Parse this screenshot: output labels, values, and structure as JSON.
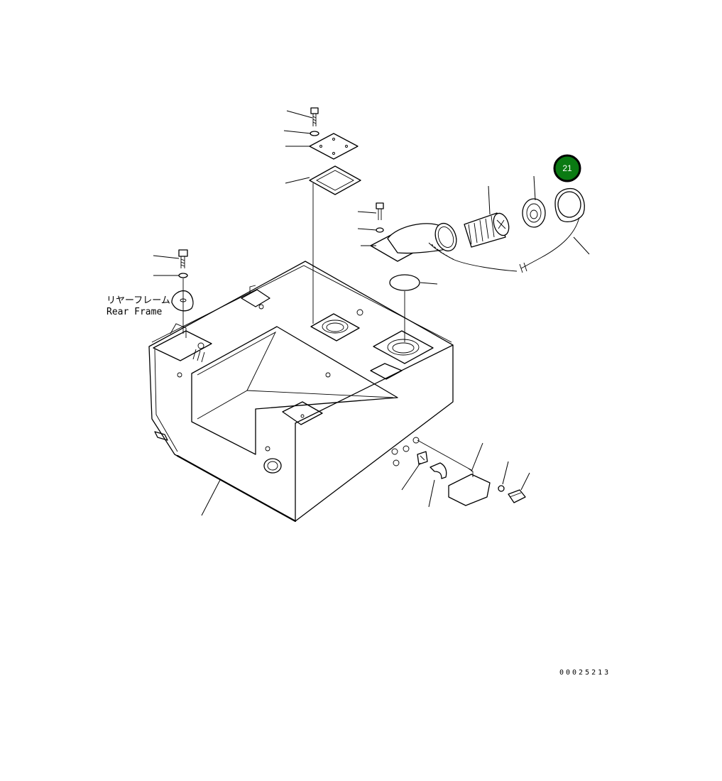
{
  "labels": {
    "rear_frame_jp": "リヤーフレーム",
    "rear_frame_en": "Rear Frame"
  },
  "callout": {
    "number": "21",
    "fill_color": "#0a7a12",
    "ring_color": "#000000"
  },
  "drawing_code": "00025213"
}
